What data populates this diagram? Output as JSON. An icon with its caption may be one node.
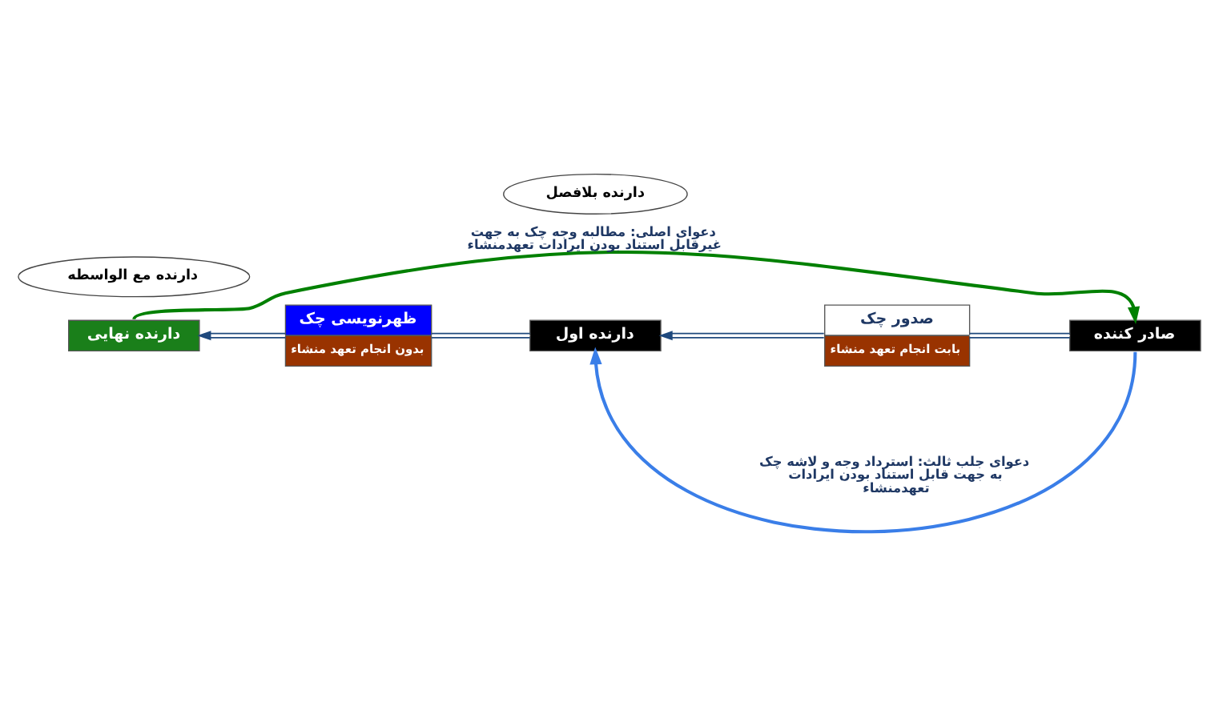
{
  "diagram": {
    "nodes": [
      {
        "text": [
          "صادر کننده"
        ]
      },
      {
        "text": [
          "صدور چک",
          "بابت انجام تعهد منشاء"
        ]
      },
      {
        "text": [
          "دارنده اول"
        ]
      },
      {
        "text": [
          "دارنده بلافصل"
        ]
      },
      {
        "text": [
          "ظهرنویسی چک",
          "بدون انجام تعهد منشاء"
        ]
      },
      {
        "text": [
          "دارنده نهایی"
        ]
      },
      {
        "text": [
          "دارنده مع الواسطه"
        ]
      }
    ],
    "edges": [
      {
        "from": 0,
        "to": 1,
        "arrow": "none"
      },
      {
        "from": 1,
        "to": 2,
        "arrow": "to"
      },
      {
        "from": 2,
        "to": 4,
        "arrow": "none"
      },
      {
        "from": 4,
        "to": 5,
        "arrow": "to"
      },
      {
        "from": 5,
        "to": 0,
        "arrow": "to",
        "label": "دعوای اصلی: مطالبه وجه چک به جهت غیرقابل استناد بودن ایرادات تعهدمنشاء",
        "color": "#008000"
      },
      {
        "from": 0,
        "to": 2,
        "arrow": "to",
        "label": "دعوای جلب ثالث: استرداد وجه و لاشه چک به جهت قابل استناد بودن ایرادات تعهدمنشاء",
        "color": "#3a7ee8"
      }
    ]
  }
}
